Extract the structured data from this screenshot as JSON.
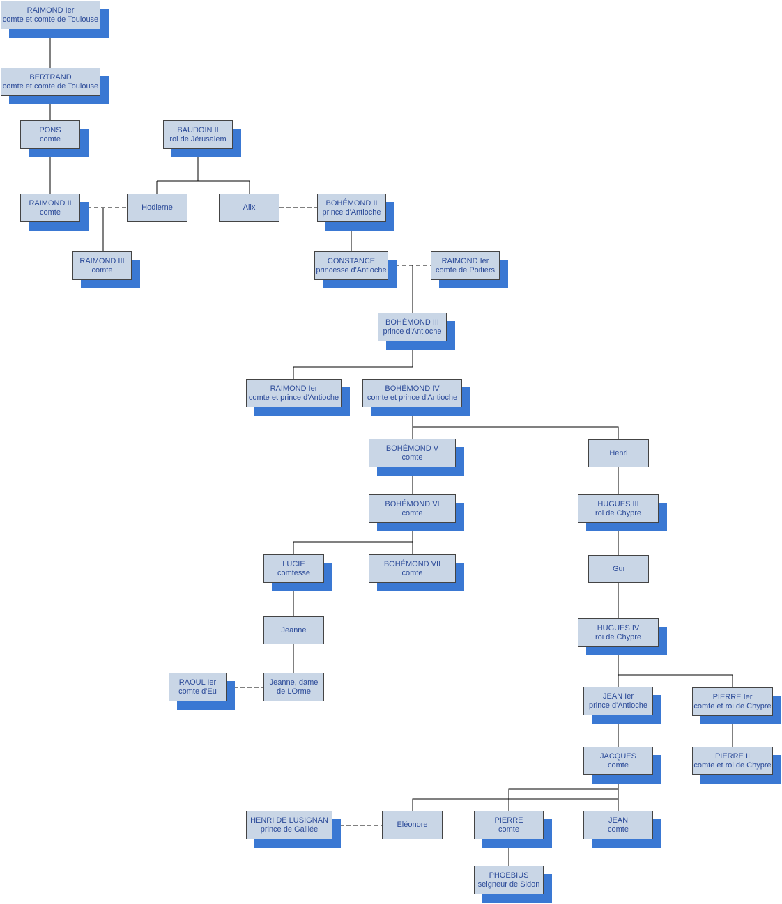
{
  "nodes": {
    "raimond1": {
      "name": "RAIMOND Ier",
      "title": "comte et comte de Toulouse",
      "shadow": true
    },
    "bertrand": {
      "name": "BERTRAND",
      "title": "comte et comte de Toulouse",
      "shadow": true
    },
    "pons": {
      "name": "PONS",
      "title": "comte",
      "shadow": true
    },
    "baudoin2": {
      "name": "BAUDOIN II",
      "title": "roi de Jérusalem",
      "shadow": true
    },
    "raimond2": {
      "name": "RAIMOND II",
      "title": "comte",
      "shadow": true
    },
    "hodierne": {
      "name": "Hodierne",
      "title": "",
      "shadow": false
    },
    "alix": {
      "name": "Alix",
      "title": "",
      "shadow": false
    },
    "bohemond2": {
      "name": "BOHÉMOND II",
      "title": "prince d'Antioche",
      "shadow": true
    },
    "raimond3": {
      "name": "RAIMOND III",
      "title": "comte",
      "shadow": true
    },
    "constance": {
      "name": "CONSTANCE",
      "title": "princesse d'Antioche",
      "shadow": true
    },
    "raimond1p": {
      "name": "RAIMOND Ier",
      "title": "comte de Poitiers",
      "shadow": true
    },
    "bohemond3": {
      "name": "BOHÉMOND III",
      "title": "prince d'Antioche",
      "shadow": true
    },
    "raimond1a": {
      "name": "RAIMOND Ier",
      "title": "comte et prince d'Antioche",
      "shadow": true
    },
    "bohemond4": {
      "name": "BOHÉMOND IV",
      "title": "comte et prince d'Antioche",
      "shadow": true
    },
    "bohemond5": {
      "name": "BOHÉMOND V",
      "title": "comte",
      "shadow": true
    },
    "henri": {
      "name": "Henri",
      "title": "",
      "shadow": false
    },
    "bohemond6": {
      "name": "BOHÉMOND VI",
      "title": "comte",
      "shadow": true
    },
    "hugues3": {
      "name": "HUGUES III",
      "title": "roi de Chypre",
      "shadow": true
    },
    "lucie": {
      "name": "LUCIE",
      "title": "comtesse",
      "shadow": true
    },
    "bohemond7": {
      "name": "BOHÉMOND VII",
      "title": "comte",
      "shadow": true
    },
    "gui": {
      "name": "Gui",
      "title": "",
      "shadow": false
    },
    "jeanne": {
      "name": "Jeanne",
      "title": "",
      "shadow": false
    },
    "hugues4": {
      "name": "HUGUES IV",
      "title": "roi de Chypre",
      "shadow": true
    },
    "raoul": {
      "name": "RAOUL Ier",
      "title": "comte d'Eu",
      "shadow": true
    },
    "jeanned": {
      "name": "Jeanne, dame",
      "title": "de LOrme",
      "shadow": false
    },
    "jean1": {
      "name": "JEAN Ier",
      "title": "prince d'Antioche",
      "shadow": true
    },
    "pierre1": {
      "name": "PIERRE Ier",
      "title": "comte et roi de Chypre",
      "shadow": true
    },
    "jacques": {
      "name": "JACQUES",
      "title": "comte",
      "shadow": true
    },
    "pierre2": {
      "name": "PIERRE II",
      "title": "comte et roi de Chypre",
      "shadow": true
    },
    "henrilus": {
      "name": "HENRI DE LUSIGNAN",
      "title": "prince de Galilée",
      "shadow": true
    },
    "eleonore": {
      "name": "Eléonore",
      "title": "",
      "shadow": false
    },
    "pierre": {
      "name": "PIERRE",
      "title": "comte",
      "shadow": true
    },
    "jean": {
      "name": "JEAN",
      "title": "comte",
      "shadow": true
    },
    "phoebius": {
      "name": "PHOEBIUS",
      "title": "seigneur de Sidon",
      "shadow": true
    }
  },
  "colors": {
    "box_fill": "#c9d6e6",
    "box_border": "#444444",
    "shadow": "#3a78d3",
    "text": "#2c4b99",
    "line": "#000000"
  }
}
